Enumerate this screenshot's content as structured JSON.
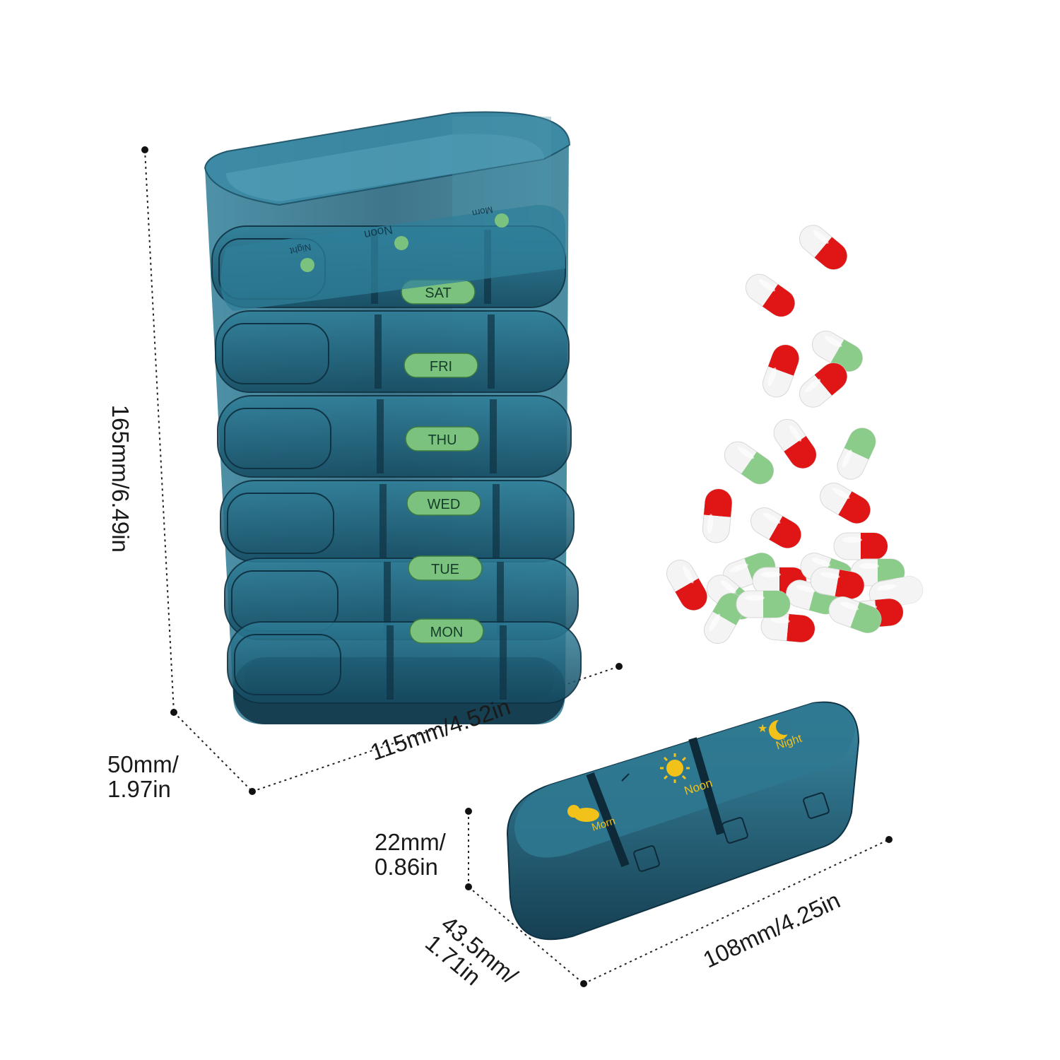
{
  "organizer": {
    "days": [
      "SAT",
      "FRI",
      "THU",
      "WED",
      "TUE",
      "MON"
    ],
    "top_compartments": [
      "Night",
      "Noon",
      "Morn"
    ]
  },
  "single_case": {
    "compartments": [
      {
        "label": "Morn",
        "icon": "sun-cloud-icon"
      },
      {
        "label": "Noon",
        "icon": "sun-icon"
      },
      {
        "label": "Night",
        "icon": "moon-star-icon"
      }
    ]
  },
  "dimensions": {
    "height": "165mm/6.49in",
    "depth_line1": "50mm/",
    "depth_line2": "1.97in",
    "width": "115mm/4.52in",
    "case_height_line1": "22mm/",
    "case_height_line2": "0.86in",
    "case_depth_line1": "43.5mm/",
    "case_depth_line2": "1.71in",
    "case_width": "108mm/4.25in"
  },
  "colors": {
    "case_blue": "#1f5f78",
    "case_dark": "#123c4e",
    "label_green": "#7cc27f",
    "capsule_red": "#e01515",
    "capsule_green": "#8ccc8a",
    "icon_yellow": "#f2c21a"
  }
}
